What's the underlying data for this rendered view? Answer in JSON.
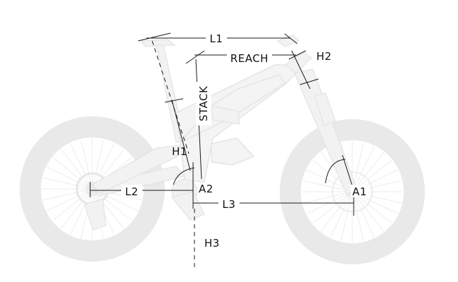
{
  "diagram": {
    "labels": {
      "l1": "L1",
      "reach": "REACH",
      "h2": "H2",
      "stack": "STACK",
      "h1": "H1",
      "a2": "A2",
      "l2": "L2",
      "l3": "L3",
      "a1": "A1",
      "h3": "H3"
    },
    "colors": {
      "bike": "#e9e9e9",
      "lines": "#1a1a1a",
      "background": "#ffffff"
    }
  }
}
